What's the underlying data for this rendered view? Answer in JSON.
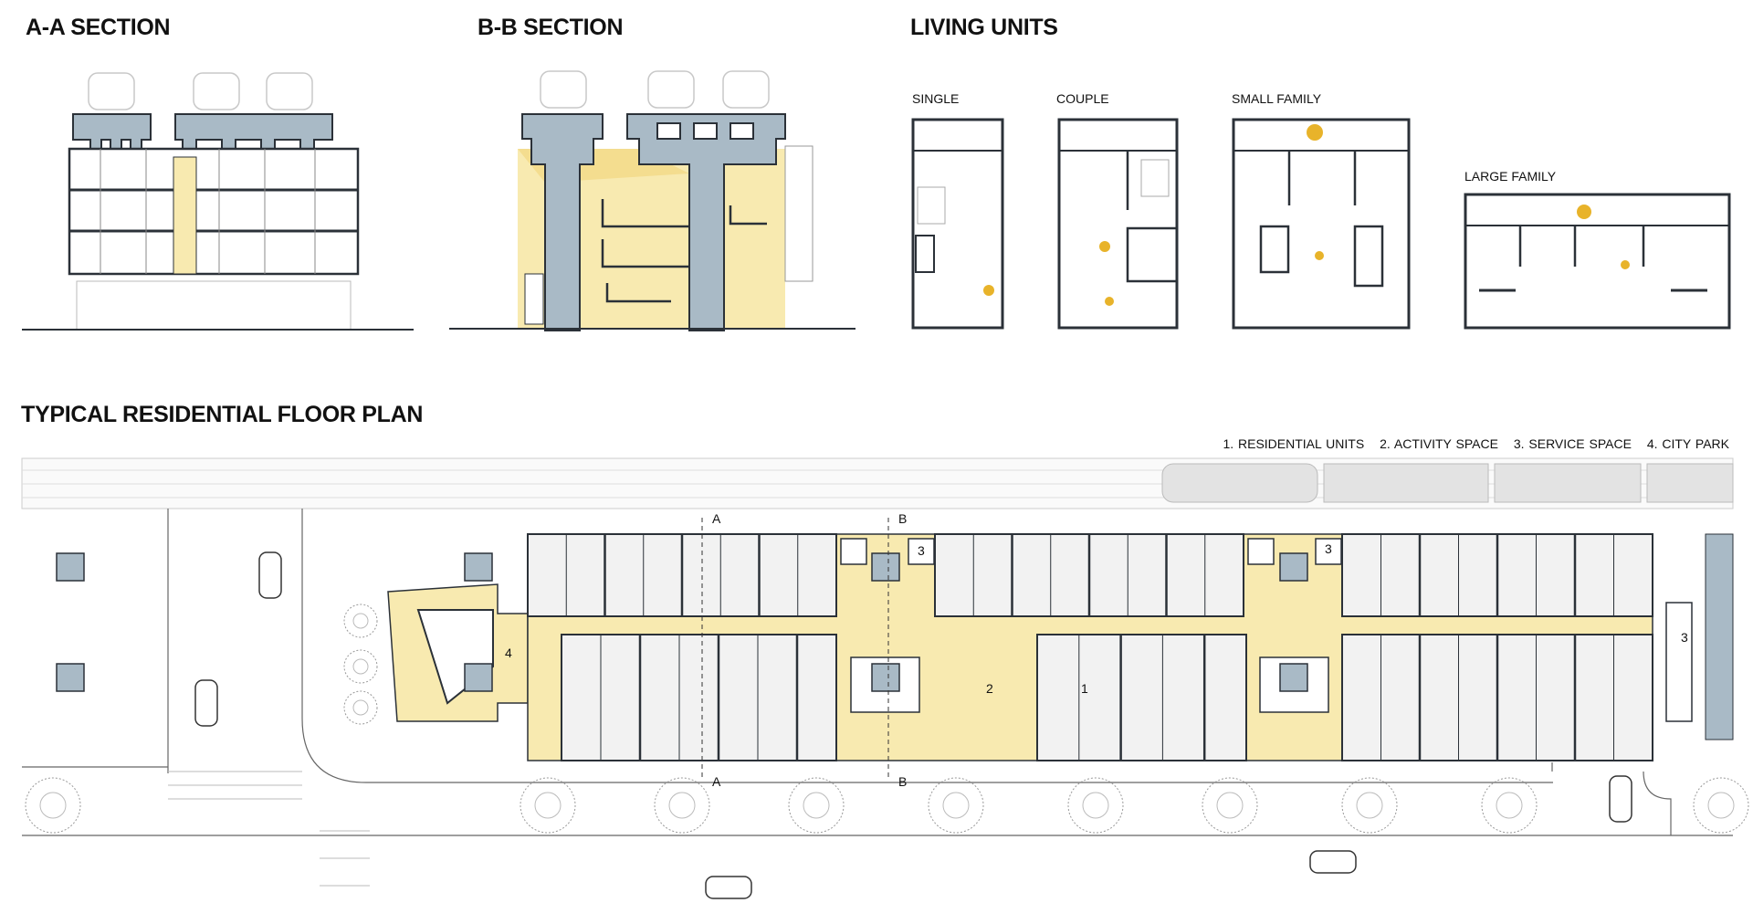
{
  "titles": {
    "aa_section": "A-A SECTION",
    "bb_section": "B-B SECTION",
    "living_units": "LIVING UNITS",
    "floor_plan": "TYPICAL RESIDENTIAL FLOOR PLAN"
  },
  "living_units": [
    "SINGLE",
    "COUPLE",
    "SMALL FAMILY",
    "LARGE FAMILY"
  ],
  "legend": [
    "1. RESIDENTIAL UNITS",
    "2. ACTIVITY SPACE",
    "3. SERVICE SPACE",
    "4. CITY PARK"
  ],
  "plan_labels": {
    "residential": "1",
    "activity": "2",
    "service": "3",
    "park": "4",
    "section_a": "A",
    "section_b": "B"
  },
  "colors": {
    "structure": "#a9bac6",
    "warm_fill": "#f8eab0",
    "accent_figure": "#e8b32a",
    "wall": "#2b3138"
  }
}
